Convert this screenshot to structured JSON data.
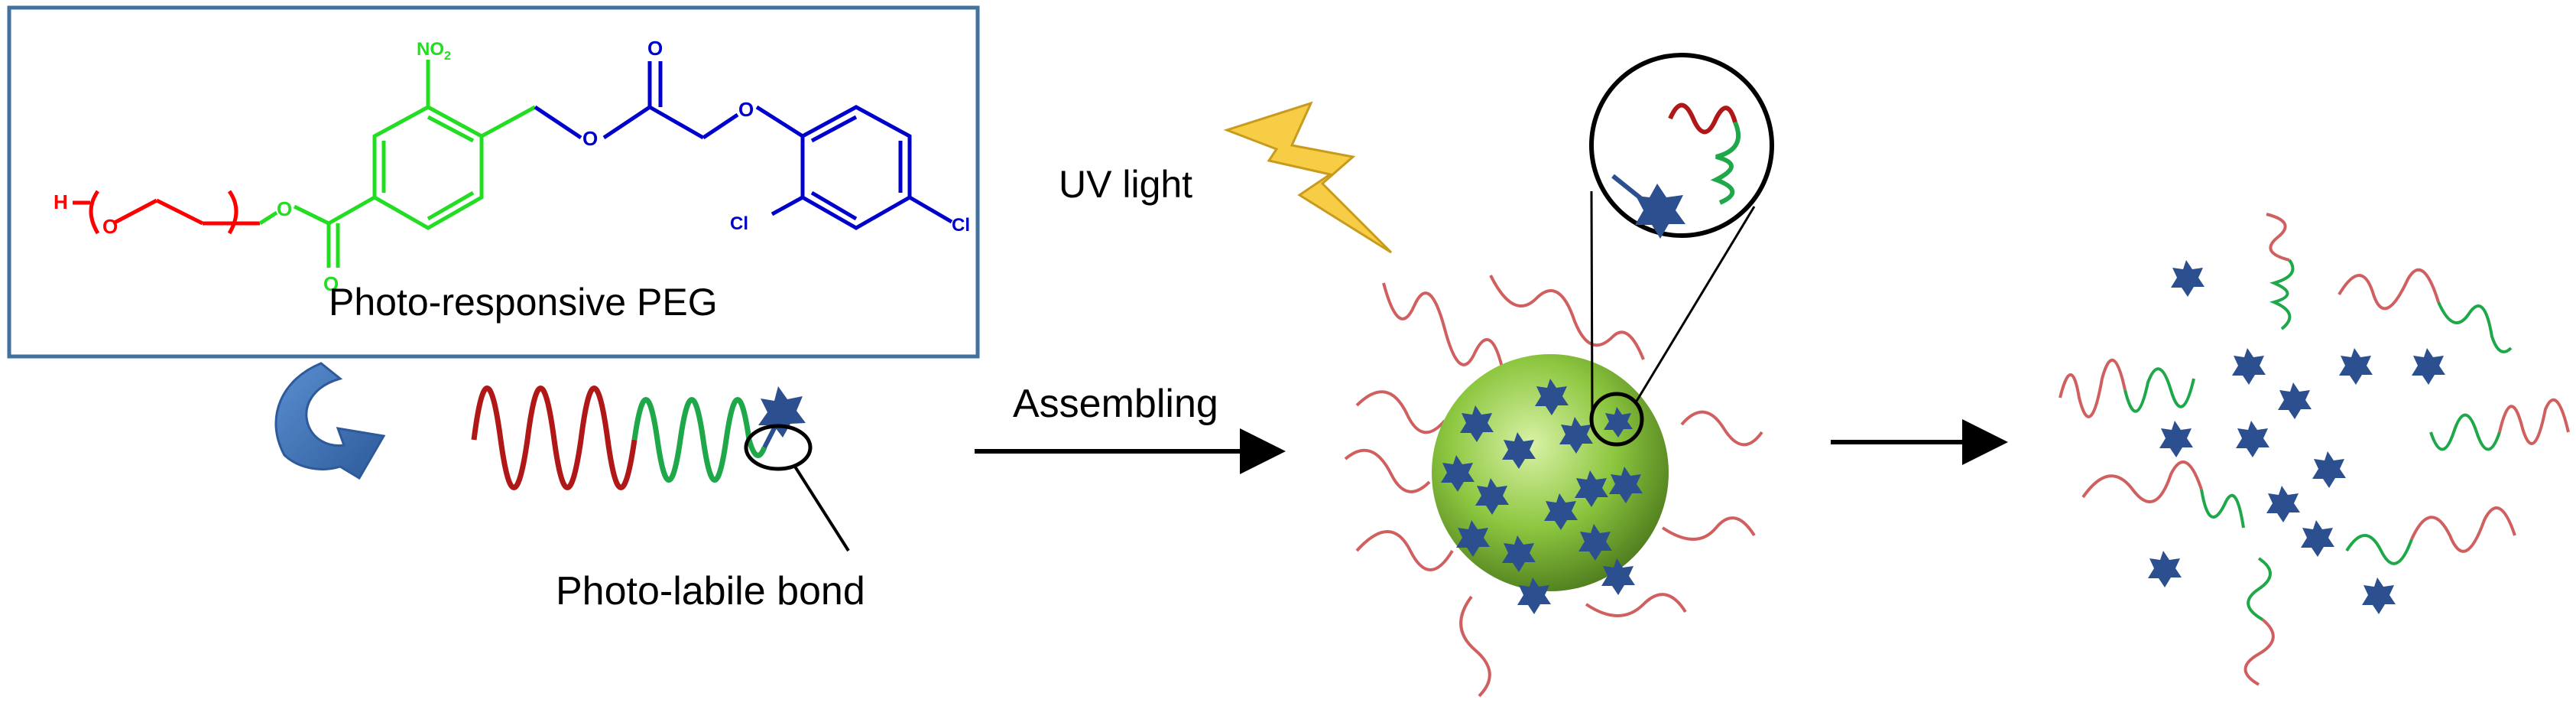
{
  "structure_box": {
    "caption": "Photo-responsive PEG",
    "atoms": {
      "h": "H",
      "o1": "O",
      "o2": "O",
      "o3": "O",
      "o4": "O",
      "o5": "O",
      "cl1": "Cl",
      "cl2": "Cl",
      "nitro": "NO",
      "nitro_sub": "2"
    }
  },
  "labels": {
    "photo_labile": "Photo-labile bond",
    "assembling": "Assembling",
    "uv": "UV light"
  },
  "colors": {
    "box_border": "#41719c",
    "peg_red": "#ff0000",
    "linker_green": "#22dd22",
    "drug_blue": "#0000cc",
    "strand_red": "#b01818",
    "strand_green": "#1ea84a",
    "star": "#2b4f8f",
    "lightning": "#f7cd45",
    "sphere": "#8cc63f"
  }
}
